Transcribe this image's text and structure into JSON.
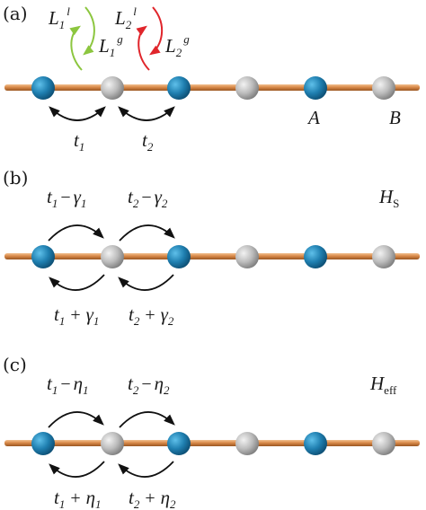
{
  "panels": {
    "a": {
      "label": "(a)",
      "loss1": {
        "main": "L",
        "sub": "1",
        "sup": "l"
      },
      "gain1": {
        "main": "L",
        "sub": "1",
        "sup": "g"
      },
      "loss2": {
        "main": "L",
        "sub": "2",
        "sup": "l"
      },
      "gain2": {
        "main": "L",
        "sub": "2",
        "sup": "g"
      },
      "t1": {
        "main": "t",
        "sub": "1"
      },
      "t2": {
        "main": "t",
        "sub": "2"
      },
      "site_a": "A",
      "site_b": "B"
    },
    "b": {
      "label": "(b)",
      "ham": {
        "main": "H",
        "sub": "S"
      },
      "top1": {
        "t": "t",
        "tsub": "1",
        "op": "−",
        "g": "γ",
        "gsub": "1"
      },
      "top2": {
        "t": "t",
        "tsub": "2",
        "op": "−",
        "g": "γ",
        "gsub": "2"
      },
      "bot1": {
        "t": "t",
        "tsub": "1",
        "op": "+",
        "g": "γ",
        "gsub": "1"
      },
      "bot2": {
        "t": "t",
        "tsub": "2",
        "op": "+",
        "g": "γ",
        "gsub": "2"
      }
    },
    "c": {
      "label": "(c)",
      "ham": {
        "main": "H",
        "sub": "eff"
      },
      "top1": {
        "t": "t",
        "tsub": "1",
        "op": "−",
        "g": "η",
        "gsub": "1"
      },
      "top2": {
        "t": "t",
        "tsub": "2",
        "op": "−",
        "g": "η",
        "gsub": "2"
      },
      "bot1": {
        "t": "t",
        "tsub": "1",
        "op": "+",
        "g": "η",
        "gsub": "1"
      },
      "bot2": {
        "t": "t",
        "tsub": "2",
        "op": "+",
        "g": "η",
        "gsub": "2"
      }
    }
  },
  "colors": {
    "site_a": "#1f7fb0",
    "site_b": "#b9b9b9",
    "rod": "#d98a4a",
    "gain_arrow": "#8cc63f",
    "loss_arrow": "#e0252b",
    "hop_arrow": "#111111"
  }
}
